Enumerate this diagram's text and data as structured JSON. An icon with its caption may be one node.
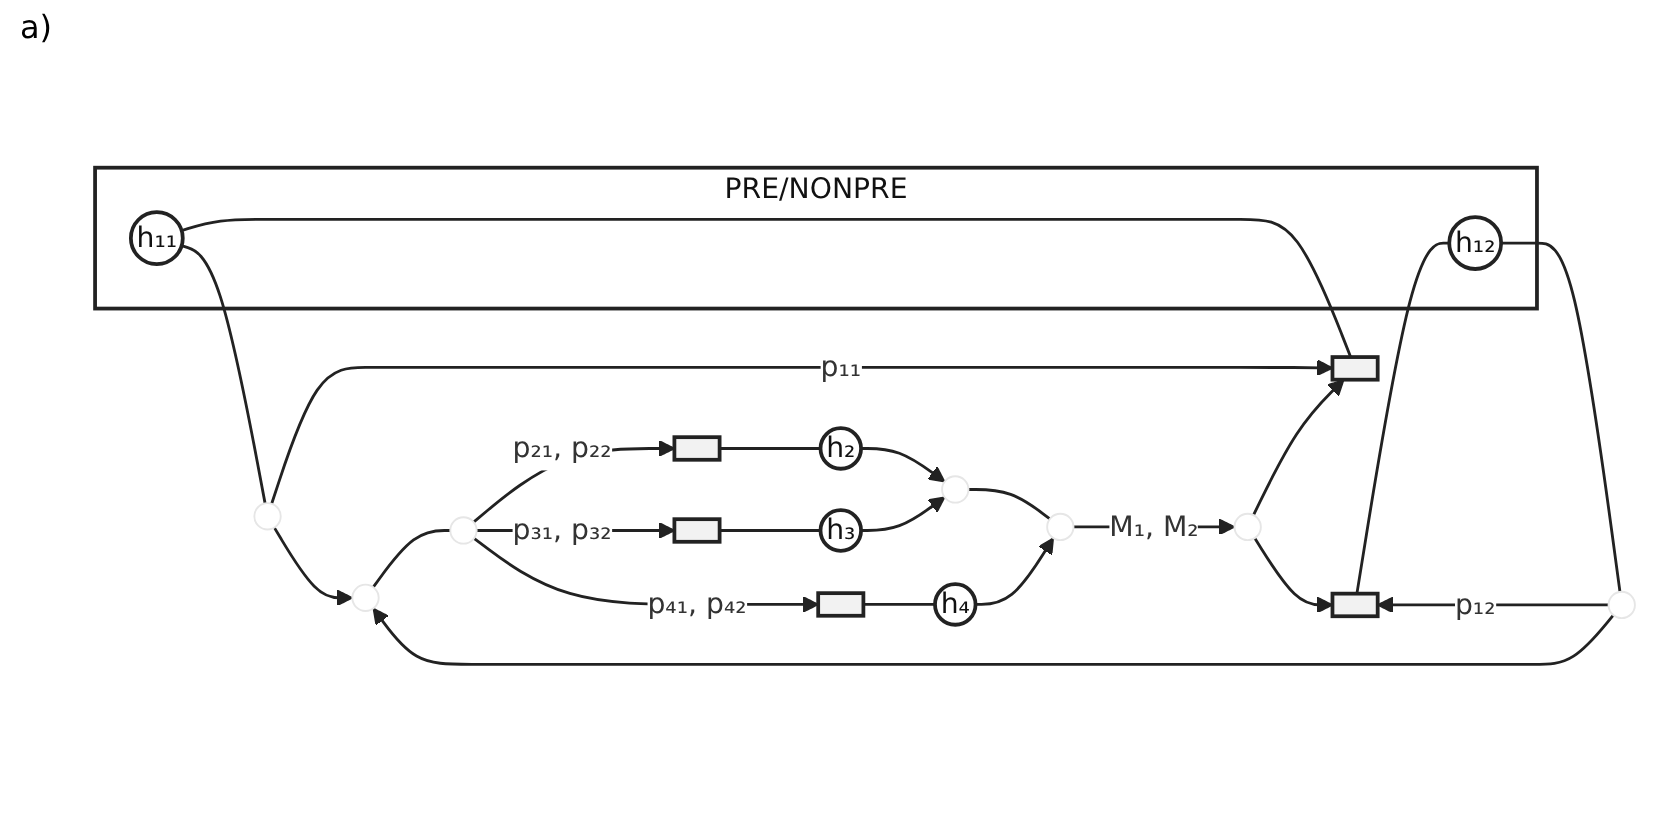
{
  "diagram": {
    "nodes": [
      {
        "text": [
          "PRE/NONPRE"
        ]
      },
      {
        "text": [
          "h₁₁"
        ],
        "in": 0
      },
      {
        "text": [
          "h₁₂"
        ],
        "in": 0
      },
      {
        "text": [],
        "shape": "box"
      },
      {
        "text": [],
        "shape": "box"
      },
      {
        "text": [],
        "shape": "dot"
      },
      {
        "text": [],
        "shape": "dot"
      },
      {
        "text": [],
        "shape": "dot"
      },
      {
        "text": [],
        "shape": "dot"
      },
      {
        "text": [],
        "shape": "box"
      },
      {
        "text": [
          "h₂"
        ]
      },
      {
        "text": [],
        "shape": "box"
      },
      {
        "text": [
          "h₃"
        ]
      },
      {
        "text": [],
        "shape": "box"
      },
      {
        "text": [
          "h₄"
        ]
      },
      {
        "text": [],
        "shape": "dot"
      },
      {
        "text": [],
        "shape": "dot"
      },
      {
        "text": [],
        "shape": "dot"
      }
    ],
    "edges": [
      {
        "from": 3,
        "to": 1,
        "arrow": "none"
      },
      {
        "from": 4,
        "to": 2,
        "arrow": "none"
      },
      {
        "from": 1,
        "to": 5,
        "arrow": "none"
      },
      {
        "from": 2,
        "to": 6,
        "arrow": "none"
      },
      {
        "from": 5,
        "to": 3,
        "arrow": "to",
        "label": "p₁₁"
      },
      {
        "from": 6,
        "to": 4,
        "arrow": "to",
        "label": "p₁₂"
      },
      {
        "from": 5,
        "to": 7,
        "arrow": "to"
      },
      {
        "from": 6,
        "to": 7,
        "arrow": "to"
      },
      {
        "from": 7,
        "to": 8,
        "arrow": "none"
      },
      {
        "from": 8,
        "to": 9,
        "arrow": "to",
        "label": "p₂₁, p₂₂"
      },
      {
        "from": 8,
        "to": 11,
        "arrow": "to",
        "label": "p₃₁, p₃₂"
      },
      {
        "from": 8,
        "to": 13,
        "arrow": "to",
        "label": "p₄₁, p₄₂"
      },
      {
        "from": 9,
        "to": 10,
        "arrow": "none"
      },
      {
        "from": 11,
        "to": 12,
        "arrow": "none"
      },
      {
        "from": 13,
        "to": 14,
        "arrow": "none"
      },
      {
        "from": 10,
        "to": 15,
        "arrow": "to"
      },
      {
        "from": 12,
        "to": 15,
        "arrow": "to"
      },
      {
        "from": 15,
        "to": 16,
        "arrow": "none"
      },
      {
        "from": 14,
        "to": 16,
        "arrow": "to"
      },
      {
        "from": 16,
        "to": 17,
        "arrow": "to",
        "label": "M₁, M₂"
      },
      {
        "from": 17,
        "to": 3,
        "arrow": "to"
      },
      {
        "from": 17,
        "to": 4,
        "arrow": "to"
      }
    ],
    "labels": [
      "a)"
    ]
  }
}
